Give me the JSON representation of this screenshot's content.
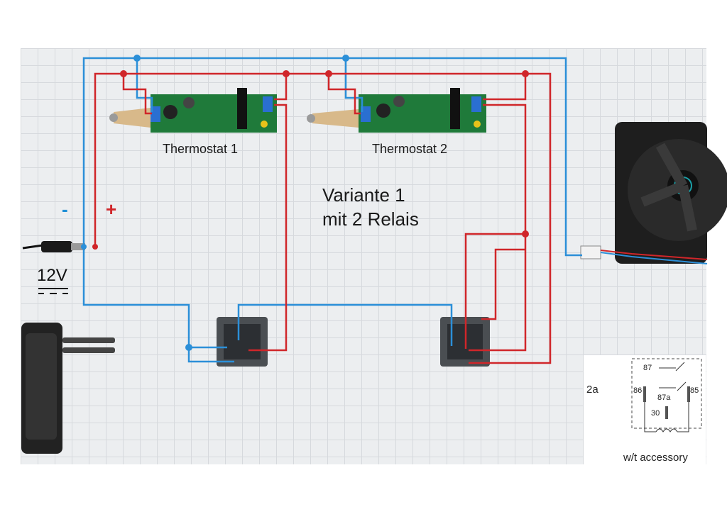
{
  "thermostats": [
    {
      "label": "Thermostat 1"
    },
    {
      "label": "Thermostat 2"
    }
  ],
  "variant": {
    "line1": "Variante 1",
    "line2": "mit 2 Relais"
  },
  "power": {
    "minus": "-",
    "plus": "+",
    "voltage": "12V"
  },
  "relay_diagram": {
    "figure_label": "2a",
    "pins": {
      "p87": "87",
      "p86": "86",
      "p87a": "87a",
      "p85": "85",
      "p30": "30"
    },
    "caption": "w/t accessory"
  },
  "colors": {
    "negative_wire": "#2b8fd8",
    "positive_wire": "#d0262a",
    "pcb": "#1f7a3a",
    "relay": "#4a4e52",
    "fan": "#1e1e1e"
  }
}
